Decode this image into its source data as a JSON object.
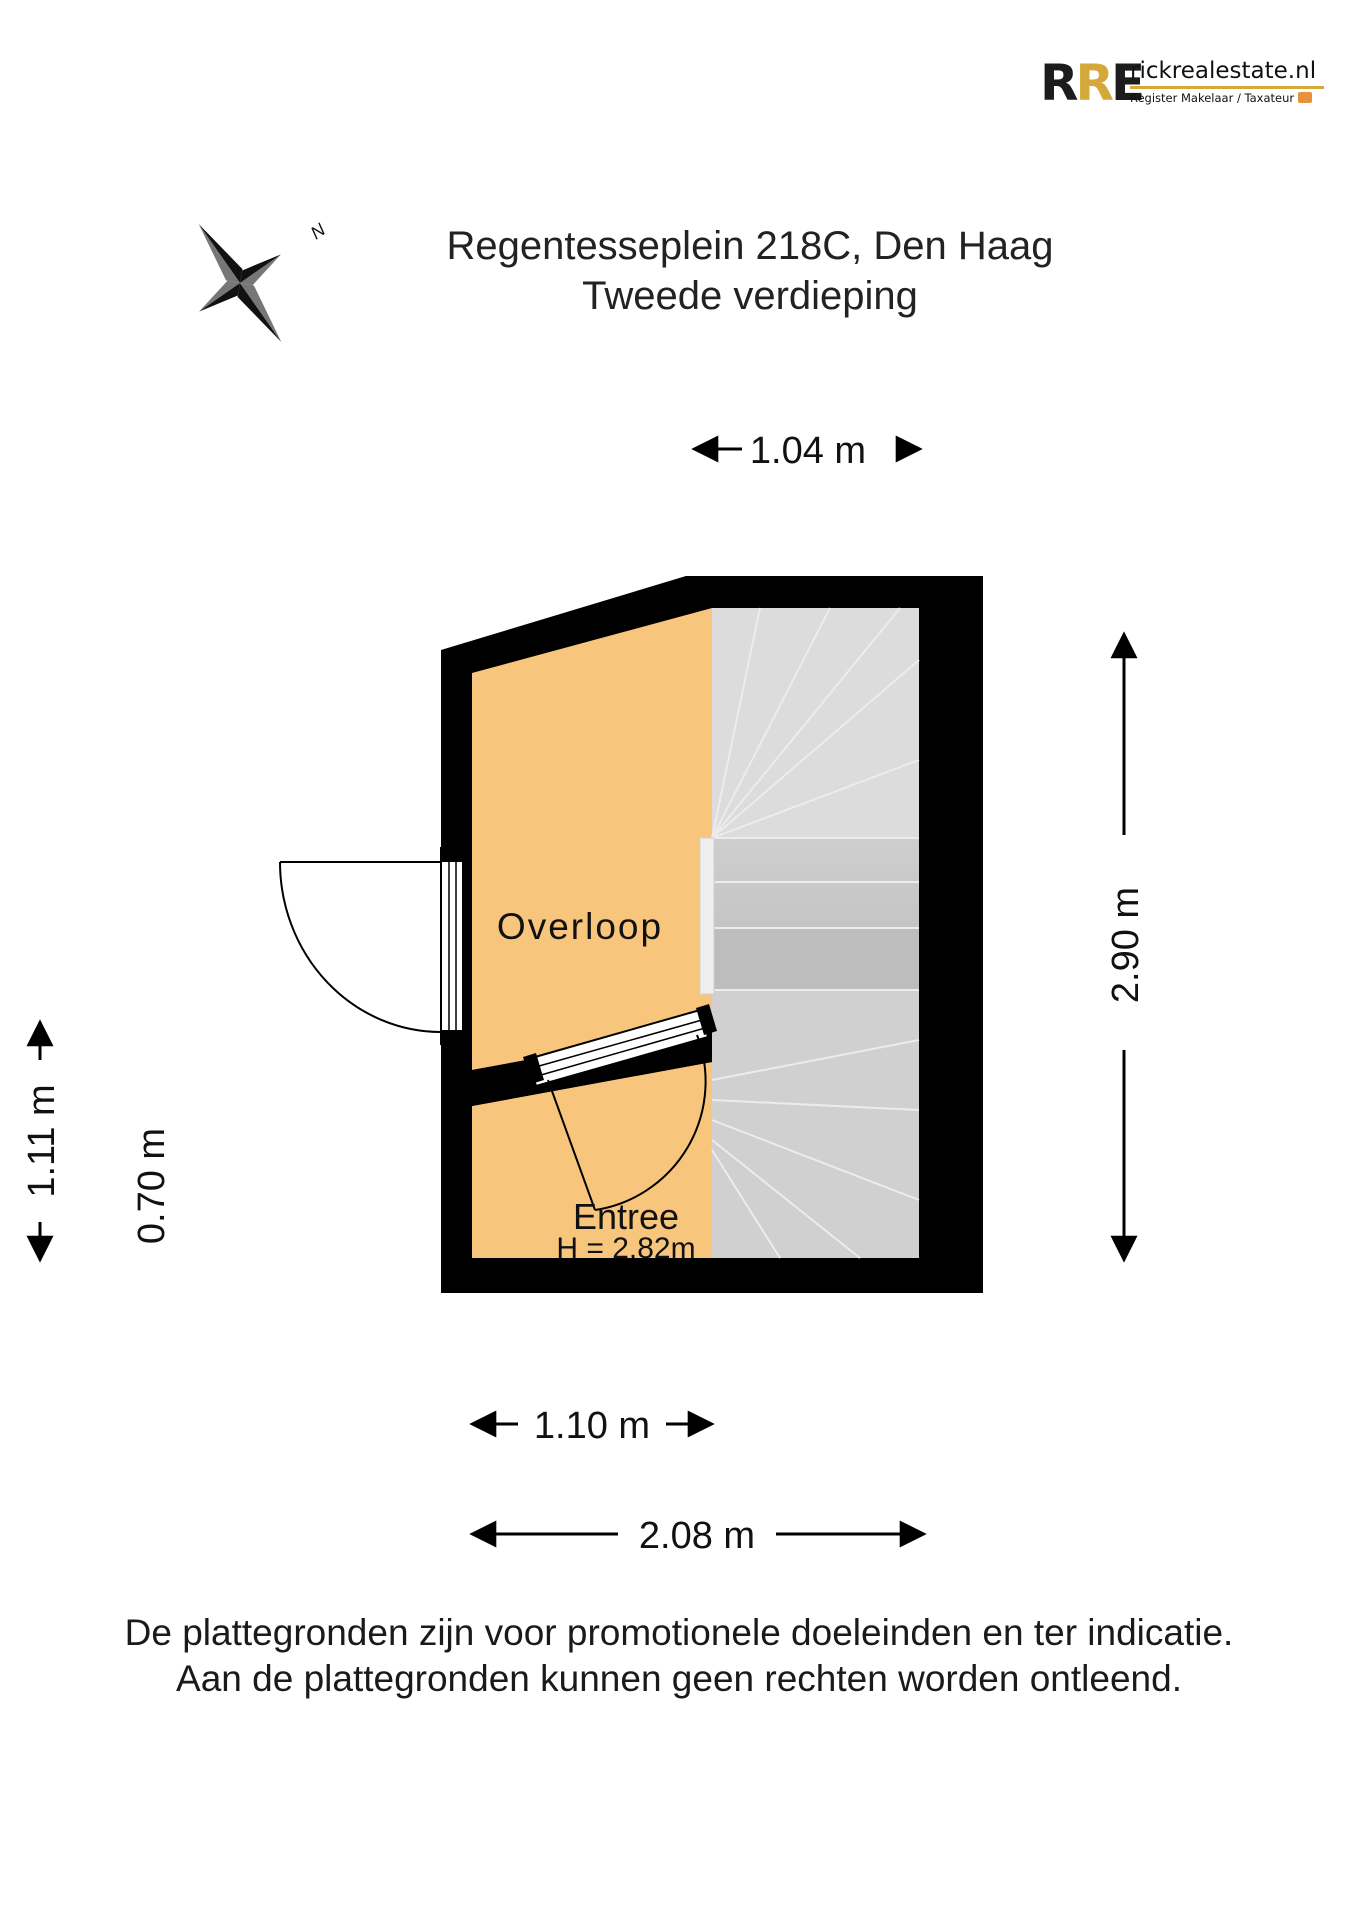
{
  "logo": {
    "mark": "RRE",
    "site": "rickrealestate.nl",
    "tagline": "Register Makelaar / Taxateur"
  },
  "compass": {
    "north_label": "N"
  },
  "title": {
    "address": "Regentesseplein 218C, Den Haag",
    "floor": "Tweede verdieping"
  },
  "rooms": {
    "overloop": "Overloop",
    "entree": "Entree",
    "height": "H = 2.82m"
  },
  "dimensions": {
    "top_width": "1.04 m",
    "right_height": "2.90 m",
    "left_height": "1.11 m",
    "left_inner": "0.70 m",
    "bottom_width_small": "1.10 m",
    "bottom_width_total": "2.08 m"
  },
  "disclaimer": {
    "line1": "De plattegronden zijn voor promotionele doeleinden en ter indicatie.",
    "line2": "Aan de plattegronden kunnen geen rechten worden ontleend."
  },
  "colors": {
    "floor": "#f8c57c",
    "wall": "#000000",
    "stair": "#c9c9c9",
    "accent": "#d4a93a"
  }
}
